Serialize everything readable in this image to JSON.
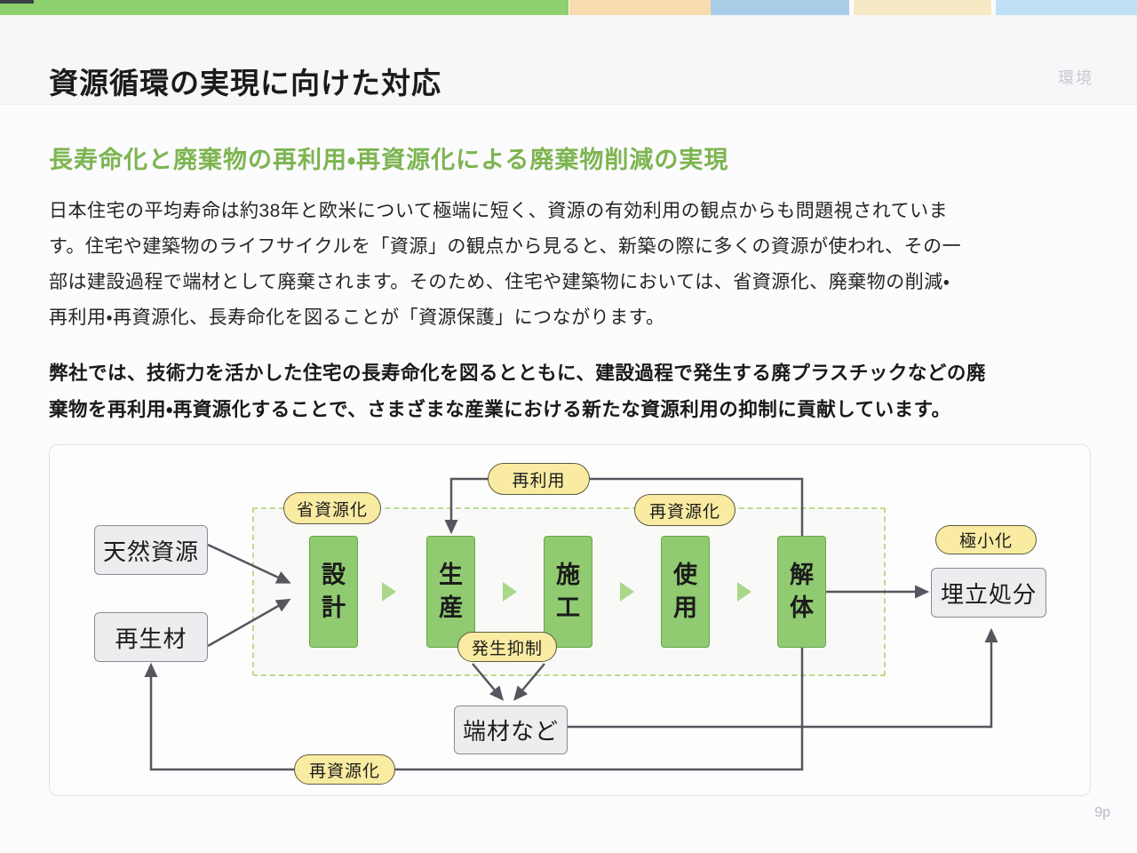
{
  "top_bar": {
    "segments": [
      {
        "name": "green",
        "color": "#8ed06e"
      },
      {
        "name": "peach",
        "color": "#f8dbae"
      },
      {
        "name": "blue",
        "color": "#aacee8"
      },
      {
        "name": "cream",
        "color": "#f8e9c6"
      },
      {
        "name": "light-blue",
        "color": "#bfe1f5"
      }
    ],
    "corner_color": "#3c4046"
  },
  "header": {
    "title": "資源循環の実現に向けた対応",
    "category_label": "環境"
  },
  "content": {
    "subtitle": "長寿命化と廃棄物の再利用・再資源化による廃棄物削減の実現",
    "subtitle_color": "#7db551",
    "intro_lines": [
      "日本住宅の平均寿命は約38年と欧米について極端に短く、資源の有効利用の観点からも問題視されていま",
      "す。住宅や建築物のライフサイクルを「資源」の観点から見ると、新築の際に多くの資源が使われ、その一",
      "部は建設過程で端材として廃棄されます。そのため、住宅や建築物においては、省資源化、廃棄物の削減・",
      "再利用・再資源化、長寿命化を図ることが「資源保護」につながります。"
    ],
    "emphasis_lines": [
      "弊社では、技術力を活かした住宅の長寿命化を図るとともに、建設過程で発生する廃プラスチックなどの廃",
      "棄物を再利用・再資源化することで、さまざまな産業における新たな資源利用の抑制に貢献しています。"
    ]
  },
  "diagram": {
    "sources": {
      "natural": "天然資源",
      "recycled": "再生材"
    },
    "stages": [
      {
        "label": "設計"
      },
      {
        "label": "生産"
      },
      {
        "label": "施工"
      },
      {
        "label": "使用"
      },
      {
        "label": "解体"
      }
    ],
    "pills": {
      "save_resources": "省資源化",
      "reuse": "再利用",
      "recycle_top": "再資源化",
      "suppress": "発生抑制",
      "minimize": "極小化",
      "recycle_bottom": "再資源化"
    },
    "landfill": "埋立処分",
    "offcut": "端材など",
    "colors": {
      "stage_fill": "#90ca71",
      "pill_fill": "#f9eca2",
      "line": "#56565e",
      "zone_border": "#bcd98f"
    }
  },
  "footer": {
    "page": "9p"
  }
}
